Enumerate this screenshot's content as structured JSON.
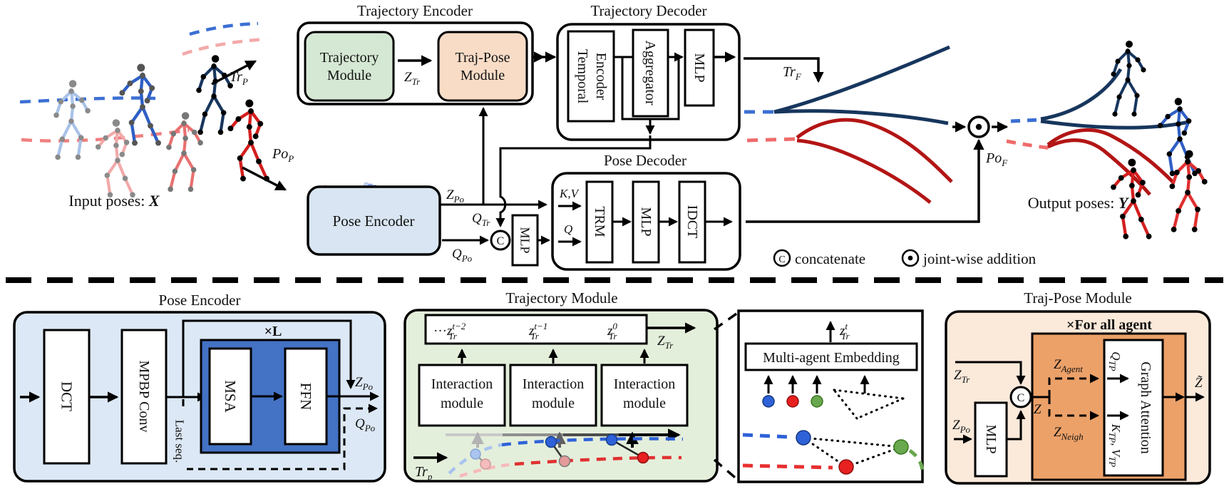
{
  "top": {
    "input_label_prefix": "Input poses: ",
    "input_label_var": "X",
    "output_label_prefix": "Output poses: ",
    "output_label_var": "Y",
    "tr_p": {
      "m": "Tr",
      "s": "P"
    },
    "po_p": {
      "m": "Po",
      "s": "P"
    },
    "tr_f": {
      "m": "Tr",
      "s": "F"
    },
    "po_f": {
      "m": "Po",
      "s": "F"
    },
    "z_tr": {
      "m": "Z",
      "s": "Tr"
    },
    "z_po": {
      "m": "Z",
      "s": "Po"
    },
    "q_tr": {
      "m": "Q",
      "s": "Tr"
    },
    "q_po": {
      "m": "Q",
      "s": "Po"
    },
    "traj_encoder": {
      "title": "Trajectory Encoder",
      "traj_module_l1": "Trajectory",
      "traj_module_l2": "Module",
      "tp_module_l1": "Traj-Pose",
      "tp_module_l2": "Module"
    },
    "traj_decoder": {
      "title": "Trajectory Decoder",
      "temporal_l1": "Temporal",
      "temporal_l2": "Encoder",
      "aggregator": "Aggregator",
      "mlp": "MLP"
    },
    "pose_encoder_label": "Pose Encoder",
    "concat_mlp": "MLP",
    "concat_c": "C",
    "pose_decoder": {
      "title": "Pose Decoder",
      "kv": "K,V",
      "q": "Q",
      "trm": "TRM",
      "mlp": "MLP",
      "idct": "IDCT"
    },
    "legend": {
      "c": "C",
      "concat": "concatenate",
      "add": "joint-wise addition"
    }
  },
  "bottom": {
    "pose_encoder": {
      "title": "Pose Encoder",
      "dct": "DCT",
      "mpbp": "MPBP Conv",
      "xl": "×L",
      "msa": "MSA",
      "ffn": "FFN",
      "last_seq": "Last seq.",
      "z_po": {
        "m": "Z",
        "s": "Po"
      },
      "q_po": {
        "m": "Q",
        "s": "Po"
      }
    },
    "traj_module": {
      "title": "Trajectory Module",
      "dots": "···",
      "z_hist_1": {
        "m": "z",
        "sup": "t−2",
        "sub": "Tr"
      },
      "z_hist_2": {
        "m": "z",
        "sup": "t−1",
        "sub": "Tr"
      },
      "z_hist_3": {
        "m": "z",
        "sup": "0",
        "sub": "Tr"
      },
      "z_tr": {
        "m": "Z",
        "s": "Tr"
      },
      "interaction_l1": "Interaction",
      "interaction_l2": "module",
      "tr_p": {
        "m": "Tr",
        "s": "p"
      }
    },
    "zoom_inset": {
      "z_t": {
        "m": "z",
        "sup": "t",
        "sub": "Tr"
      },
      "embedding": "Multi-agent Embedding"
    },
    "traj_pose": {
      "title": "Traj-Pose Module",
      "for_all": "×For all agent",
      "z_tr": {
        "m": "Z",
        "s": "Tr"
      },
      "z_po": {
        "m": "Z",
        "s": "Po"
      },
      "mlp": "MLP",
      "c": "C",
      "z": "Z",
      "z_agent": {
        "m": "Z",
        "s": "Agent"
      },
      "z_neigh": {
        "m": "Z",
        "s": "Neigh"
      },
      "q_tp": {
        "m": "Q",
        "s": "TP"
      },
      "kv_tp": {
        "m1": "K",
        "s1": "TP",
        "m2": ", V",
        "s2": "TP"
      },
      "graph_attention": "Graph Attention",
      "z_out": "Z̃"
    }
  },
  "colors": {
    "panel_blue": "#dce8f5",
    "panel_green": "#e4efdb",
    "panel_peach": "#fbe9da",
    "box_green": "#d5e8d4",
    "box_peach": "#f8dcc6",
    "box_blue": "#d9e5f2",
    "deep_blue": "#4472c4",
    "deep_orange": "#eca169",
    "accent_brown": "#a85a14",
    "traj_blue": "#2f62d8",
    "traj_navy": "#17365d",
    "traj_red": "#cc1b1b",
    "dot_green": "#6aa84f"
  }
}
